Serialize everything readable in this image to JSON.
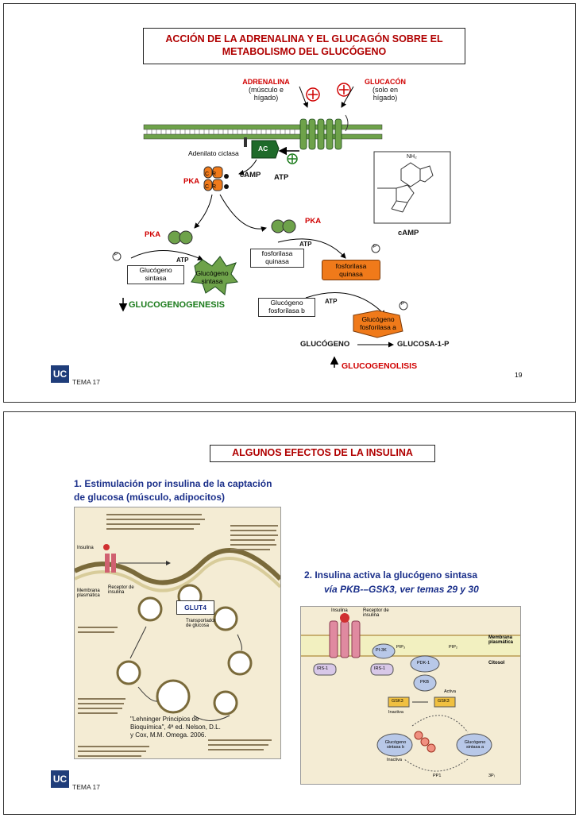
{
  "slide1": {
    "title_line1": "ACCIÓN DE LA ADRENALINA Y EL GLUCAGÓN SOBRE EL",
    "title_line2": "METABOLISMO DEL GLUCÓGENO",
    "adrenalina": [
      "ADRENALINA",
      "(músculo e",
      "hígado)"
    ],
    "glucagon": [
      "GLUCACÓN",
      "(solo en",
      "hígado)"
    ],
    "adenilato": "Adenilato ciclasa",
    "ac": "AC",
    "camp": "cAMP",
    "atp": "ATP",
    "pka": "PKA",
    "camp_struct_label": "cAMP",
    "nh2": "NH₂",
    "glucogeno_sintasa": [
      "Glucógeno",
      "sintasa"
    ],
    "glucogeno_sintasa_p": [
      "Glucógeno",
      "sintasa"
    ],
    "fosforilasa_quinasa": [
      "fosforilasa",
      "quinasa"
    ],
    "fosforilasa_quinasa_a": [
      "fosforilasa",
      "quinasa"
    ],
    "glucogeno_fosforilasa_b": [
      "Glucógeno",
      "fosforilasa b"
    ],
    "glucogeno_fosforilasa_a": [
      "Glucógeno",
      "fosforilasa a"
    ],
    "p": "P",
    "glucogenogenesis": "GLUCOGENOGENESIS",
    "glucogeno": "GLUCÓGENO",
    "glucosa1p": "GLUCOSA-1-P",
    "glucogenolisis": "GLUCOGENOLISIS",
    "page_number": "19",
    "footer": "TEMA 17",
    "logo": "UC"
  },
  "slide2": {
    "title": "ALGUNOS EFECTOS DE LA INSULINA",
    "point1_line1": "1. Estimulación por insulina de la captación",
    "point1_line2": "de glucosa (músculo, adipocitos)",
    "point2_line1": "2. Insulina activa la glucógeno sintasa",
    "point2_line2": "vía PKB-–GSK3, ver temas 29 y 30",
    "glut4": "GLUT4",
    "fig1_labels": {
      "insulina": "Insulina",
      "receptor": "Receptor de insulina",
      "transportador": "Transportador de glucosa",
      "membrana": "Membrana plasmática"
    },
    "fig2_labels": {
      "insulina": "Insulina",
      "receptor": "Receptor de insulina",
      "membrana": "Membrana plasmática",
      "citosol": "Citosol",
      "pi3k": "PI-3K",
      "pip2": "PIP₂",
      "pip3": "PIP₃",
      "pdk1": "PDK-1",
      "pkb": "PKB",
      "irs1": "IRS-1",
      "gsk3": "GSK3",
      "inactiva": "Inactiva",
      "activa": "Activa",
      "gs_b": "Glucógeno sintasa b",
      "gs_a": "Glucógeno sintasa a",
      "pp1": "PP1",
      "pi": "3Pᵢ"
    },
    "citation": [
      "\"Lehninger Principios de",
      "Bioquímica\", 4ª ed. Nelson, D.L.",
      "y Cox, M.M. Omega. 2006."
    ],
    "footer": "TEMA 17",
    "logo": "UC"
  },
  "colors": {
    "title_red": "#b00000",
    "label_red": "#d00000",
    "green": "#1a7a1a",
    "membrane_green": "#6ea24a",
    "pka_orange": "#f07a1a",
    "text_blue": "#1a2f8a",
    "fig_yellow": "#f2f0c0",
    "fig_cream": "#efe2c0"
  }
}
